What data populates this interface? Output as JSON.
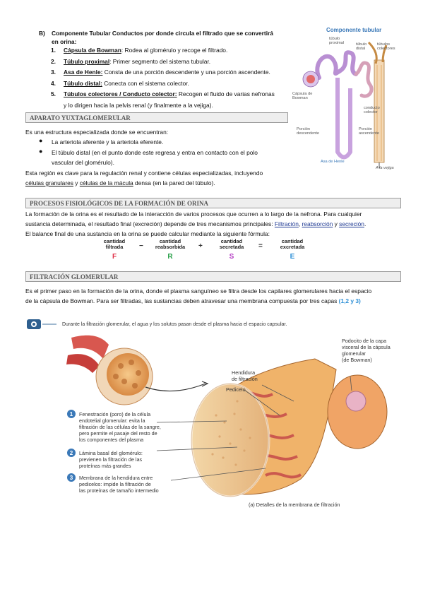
{
  "header_b": {
    "letter": "B)",
    "title": "Componente Tubular Conductos por donde circula el filtrado que se convertirá",
    "title_cont": "en orina:"
  },
  "steps": [
    {
      "num": "1.",
      "term": "Cápsula de Bowman",
      "desc": ": Rodea al glomérulo y recoge el filtrado."
    },
    {
      "num": "2.",
      "term": "Túbulo proximal",
      "desc": ": Primer segmento del sistema tubular."
    },
    {
      "num": "3.",
      "term": "Asa de Henle:",
      "desc": " Consta de una porción descendente y una porción ascendente."
    },
    {
      "num": "4.",
      "term": "Túbulo distal:",
      "desc": " Conecta con el sistema colector."
    },
    {
      "num": "5.",
      "term": "Túbulos colectores / Conducto colector:",
      "desc": " Recogen el fluido de varias nefronas",
      "desc2": "y lo dirigen hacia la pelvis renal (y finalmente a la vejiga)."
    }
  ],
  "tubular_figure": {
    "title": "Componente tubular",
    "labels": {
      "proximal": "túbulo\nproximal",
      "distal": "túbulo\ndistal",
      "colectores": "túbulos\ncolectores",
      "bowman": "Cápsula de\nBowman",
      "conducto": "conducto\ncolector",
      "descendente": "Porción\ndescendente",
      "ascendente": "Porción\nascendente",
      "henle": "Asa de Henle",
      "vejiga": "A la vejiga"
    }
  },
  "section_yuxta": {
    "heading": "APARATO YUXTAGLOMERULAR",
    "intro": "Es una estructura especializada donde se encuentran:",
    "bullets": [
      "La arteriola aferente y la arteriola eferente.",
      "El túbulo distal (en el punto donde este regresa y entra en contacto con el polo",
      "vascular del glomérulo)."
    ],
    "para_1": "Esta región es clave para la regulación renal y contiene células especializadas, incluyendo",
    "term_granulares": "células granulares",
    "text_y": " y ",
    "term_macula": "células de la mácula",
    "para_2": " densa (en la pared del túbulo)."
  },
  "section_procesos": {
    "heading": "PROCESOS FISIOLÓGICOS DE LA FORMACIÓN DE ORINA",
    "line1": "La formación de la orina es el resultado de la interacción de varios procesos que ocurren a lo largo de la nefrona. Para cualquier",
    "line2_pre": "sustancia determinada, el resultado final (excreción) depende de tres mecanismos principales: ",
    "m1": "Filtración",
    "sep1": ", ",
    "m2": "reabsorción",
    "sep2": " y ",
    "m3": "secreción",
    "end": ".",
    "line3": "El balance final de una sustancia en la orina se puede calcular mediante la siguiente fórmula:"
  },
  "formula": {
    "items": [
      {
        "label": "cantidad\nfiltrada",
        "letter": "F",
        "color": "#e0344b"
      },
      {
        "label": "cantidad\nreabsorbida",
        "letter": "R",
        "color": "#2aa14a"
      },
      {
        "label": "cantidad\nsecretada",
        "letter": "S",
        "color": "#b53fc4"
      },
      {
        "label": "cantidad\nexcretada",
        "letter": "E",
        "color": "#2d8fd6"
      }
    ],
    "ops": [
      "−",
      "+",
      "="
    ]
  },
  "section_filtracion": {
    "heading": "FILTRACIÓN GLOMERULAR",
    "line1": "Es el primer paso en la formación de la orina, donde el plasma sanguíneo se filtra desde los capilares glomerulares hacia el espacio",
    "line2_pre": "de la cápsula de Bowman. Para ser filtradas, las sustancias deben atravesar una membrana compuesta por tres capas ",
    "refs": "(1,2 y 3)"
  },
  "membrane_figure": {
    "banner": "Durante la filtración glomerular, el agua y los solutos pasan desde el plasma hacia el espacio capsular.",
    "podocito": "Podocito de la capa\nvisceral de la cápsula\nglomerular\n(de Bowman)",
    "hendidura": "Hendidura\nde filtración",
    "pedicelo": "Pedicelo",
    "items": [
      {
        "num": "1",
        "text": "Fenestración (poro) de la célula\nendotelial glomerular: evita la\nfiltración de las células de la sangre,\npero permite el pasaje del resto de\nlos componentes del plasma"
      },
      {
        "num": "2",
        "text": "Lámina basal del glomérulo:\nprevienen la filtración de las\nproteínas más grandes"
      },
      {
        "num": "3",
        "text": "Membrana de la hendidura entre\npedicelos: impide la filtración de\nlas proteínas de tamaño intermedio"
      }
    ],
    "caption": "(a) Detalles de la membrana de filtración"
  }
}
